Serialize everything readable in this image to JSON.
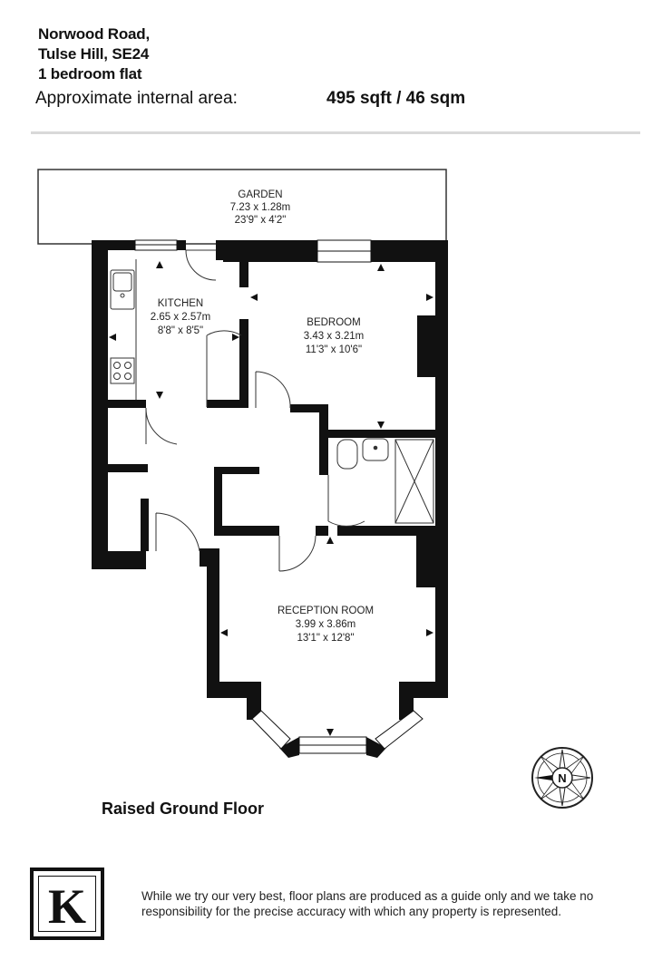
{
  "header": {
    "address_line1": "Norwood Road,",
    "address_line2": "Tulse Hill, SE24",
    "property_type": "1 bedroom flat",
    "area_label": "Approximate internal area:",
    "area_value": "495 sqft / 46 sqm"
  },
  "rooms": {
    "garden": {
      "name": "GARDEN",
      "metric": "7.23 x 1.28m",
      "imperial": "23'9\" x 4'2\""
    },
    "kitchen": {
      "name": "KITCHEN",
      "metric": "2.65 x 2.57m",
      "imperial": "8'8\" x 8'5\""
    },
    "bedroom": {
      "name": "BEDROOM",
      "metric": "3.43 x 3.21m",
      "imperial": "11'3\" x 10'6\""
    },
    "reception": {
      "name": "RECEPTION ROOM",
      "metric": "3.99 x 3.86m",
      "imperial": "13'1\" x 12'8\""
    }
  },
  "compass": {
    "letter": "N",
    "icon": "compass-north-icon"
  },
  "floor_label": "Raised Ground Floor",
  "logo": {
    "letter": "K",
    "icon": "agency-k-logo"
  },
  "disclaimer": "While we try our very best, floor plans are produced as a guide only and we take no responsibility for the precise accuracy with which any property is represented.",
  "colors": {
    "wall": "#111111",
    "rule": "#d9d9d9",
    "text": "#111111"
  }
}
